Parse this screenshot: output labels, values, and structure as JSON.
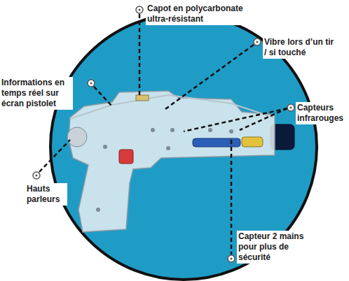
{
  "diagram": {
    "labels": [
      "Capot en polycarbonate ultra-résistant",
      "Vibre lors d’un tir / si touché",
      "Informations en temps réel sur écran pistolet",
      "Capteurs infrarouges",
      "Hauts parleurs",
      "Capteur 2 mains pour plus de sécurité"
    ]
  }
}
